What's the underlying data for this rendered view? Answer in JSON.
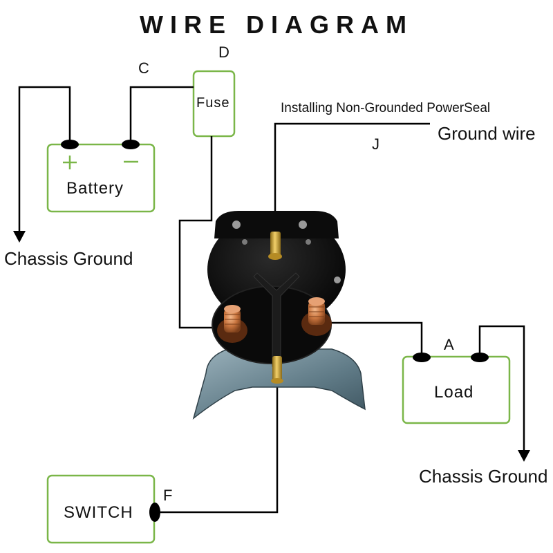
{
  "title": "WIRE DIAGRAM",
  "components": {
    "battery": {
      "label": "Battery",
      "plus": "+",
      "minus": "−"
    },
    "fuse": {
      "label": "Fuse"
    },
    "load": {
      "label": "Load"
    },
    "switch": {
      "label": "SWITCH"
    }
  },
  "terminal_labels": {
    "a": "A",
    "c": "C",
    "d": "D",
    "f": "F",
    "j": "J"
  },
  "annotations": {
    "chassis_ground_left": "Chassis Ground",
    "chassis_ground_right": "Chassis Ground",
    "powerseal_note": "Installing Non-Grounded PowerSeal",
    "ground_wire": "Ground wire"
  },
  "colors": {
    "box_outline": "#7ab648",
    "wire": "#000000",
    "copper": "#c8743e",
    "brass": "#d4a533",
    "bracket": "#6f8a96"
  }
}
